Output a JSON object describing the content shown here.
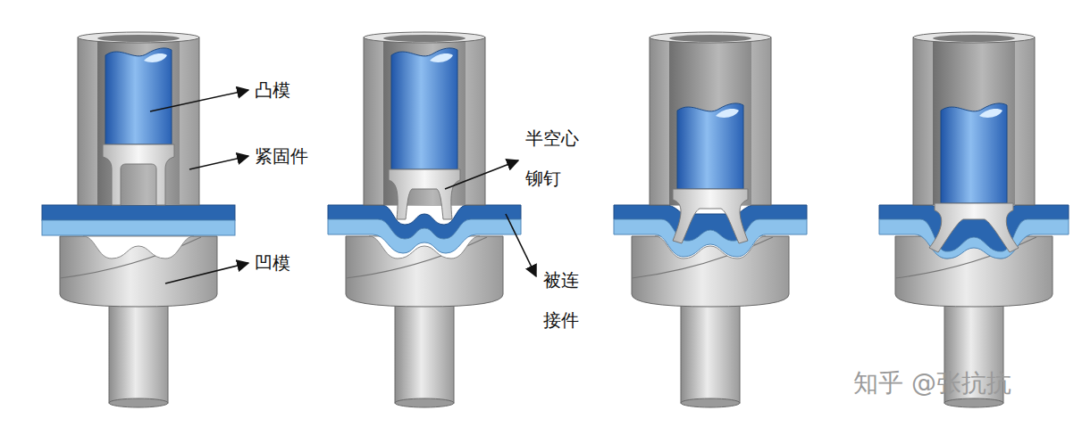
{
  "diagram": {
    "labels": [
      "凸模",
      "半空心 铆钉",
      "紧固件",
      "凹模",
      "被连 接件",
      "知乎 @张抗抗"
    ]
  }
}
